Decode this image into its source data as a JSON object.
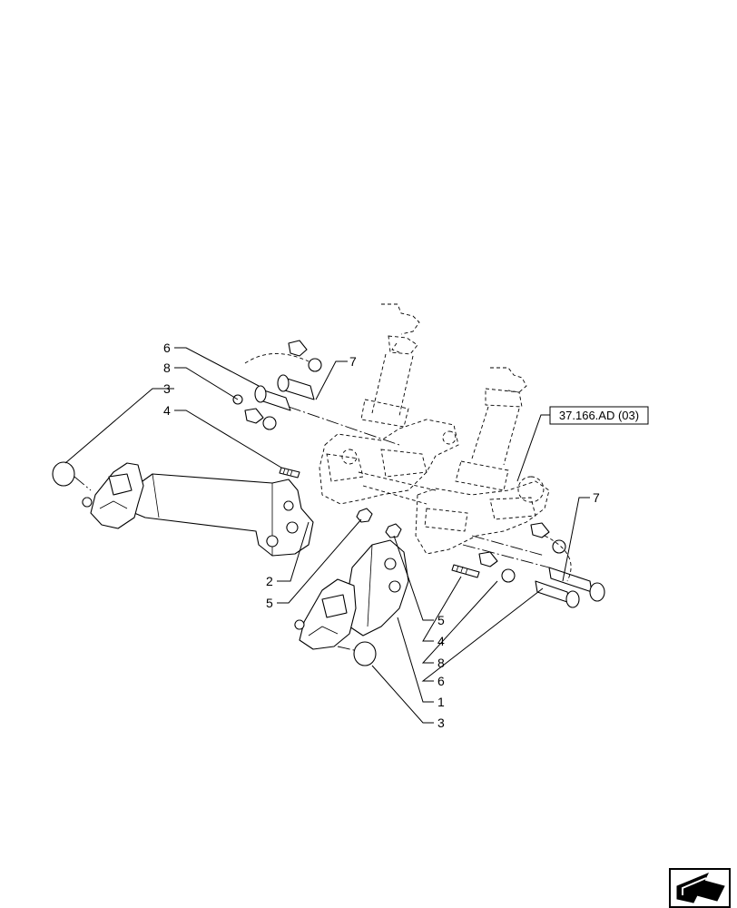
{
  "reference_box": {
    "text": "37.166.AD (03)"
  },
  "callouts": [
    {
      "id": "6-top-left",
      "text": "6"
    },
    {
      "id": "8-top-left",
      "text": "8"
    },
    {
      "id": "3-top-left",
      "text": "3"
    },
    {
      "id": "4-top-left",
      "text": "4"
    },
    {
      "id": "7-top",
      "text": "7"
    },
    {
      "id": "2",
      "text": "2"
    },
    {
      "id": "5-left",
      "text": "5"
    },
    {
      "id": "5-right",
      "text": "5"
    },
    {
      "id": "4-right",
      "text": "4"
    },
    {
      "id": "8-right",
      "text": "8"
    },
    {
      "id": "6-right",
      "text": "6"
    },
    {
      "id": "1",
      "text": "1"
    },
    {
      "id": "3-bottom",
      "text": "3"
    },
    {
      "id": "7-right",
      "text": "7"
    }
  ],
  "icons": {
    "navigation": "next-page-arrow-icon"
  }
}
